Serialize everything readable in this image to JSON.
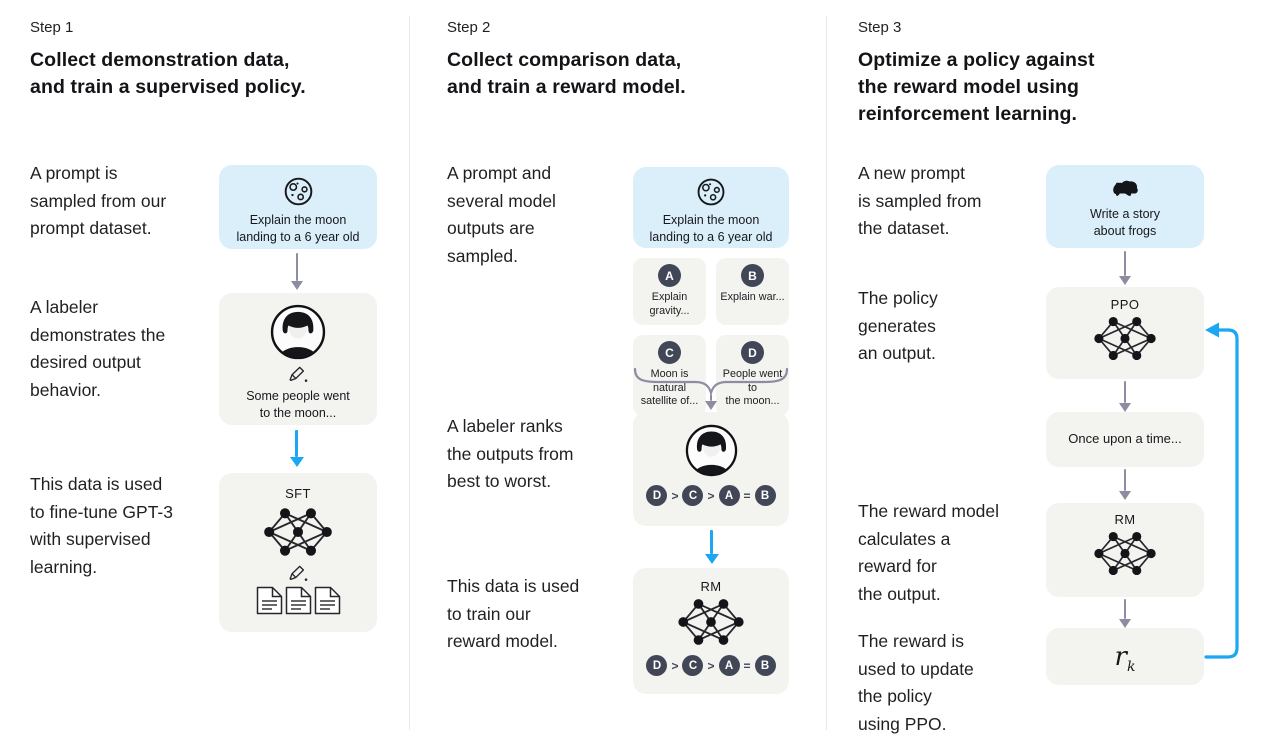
{
  "colors": {
    "prompt_card_bg": "#daeffa",
    "model_card_bg": "#f3f3f0",
    "chip_bg": "#424757",
    "arrow_gray": "#8d8da1",
    "arrow_blue": "#1ca7f2",
    "text": "#1f2023",
    "divider": "#e8e8e5"
  },
  "icons": {
    "prompt1": "moon-icon",
    "prompt2": "moon-icon",
    "prompt3": "frog-icon",
    "labeler": "labeler-avatar",
    "writing": "pencil-icon",
    "model": "neural-net-icon",
    "data": "documents-icon"
  },
  "columns": [
    {
      "step": "Step 1",
      "heading": "Collect demonstration data,\nand train a supervised policy.",
      "captions": {
        "prompt": "A prompt is\nsampled from our\nprompt dataset.",
        "labeler": "A labeler\ndemonstrates the\ndesired output\nbehavior.",
        "train": "This data is used\nto fine-tune GPT-3\nwith supervised\nlearning."
      },
      "prompt_card": {
        "text": "Explain the moon\nlanding to a 6 year old"
      },
      "labeler_card": {
        "text": "Some people went\nto the moon..."
      },
      "model_card": {
        "label": "SFT"
      }
    },
    {
      "step": "Step 2",
      "heading": "Collect comparison data,\nand train a reward model.",
      "captions": {
        "prompt": "A prompt and\nseveral model\noutputs are\nsampled.",
        "labeler": "A labeler ranks\nthe outputs from\nbest to worst.",
        "train": "This data is used\nto train our\nreward model."
      },
      "prompt_card": {
        "text": "Explain the moon\nlanding to a 6 year old"
      },
      "answers": [
        {
          "letter": "A",
          "text": "Explain gravity..."
        },
        {
          "letter": "B",
          "text": "Explain war..."
        },
        {
          "letter": "C",
          "text": "Moon is natural\nsatellite of..."
        },
        {
          "letter": "D",
          "text": "People went to\nthe moon..."
        }
      ],
      "ranking": [
        "D",
        ">",
        "C",
        ">",
        "A",
        "=",
        "B"
      ],
      "model_card": {
        "label": "RM"
      }
    },
    {
      "step": "Step 3",
      "heading": "Optimize a policy against\nthe reward model using\nreinforcement learning.",
      "captions": {
        "prompt": "A new prompt\nis sampled from\nthe dataset.",
        "policy": "The policy\ngenerates\nan output.",
        "reward": "The reward model\ncalculates a\nreward for\nthe output.",
        "update": "The reward is\nused to update\nthe policy\nusing PPO."
      },
      "prompt_card": {
        "text": "Write a story\nabout frogs"
      },
      "policy_card": {
        "label": "PPO"
      },
      "output_card": {
        "text": "Once upon a time..."
      },
      "reward_card": {
        "label": "RM"
      },
      "reward_value": {
        "base": "r",
        "sub": "k"
      }
    }
  ]
}
